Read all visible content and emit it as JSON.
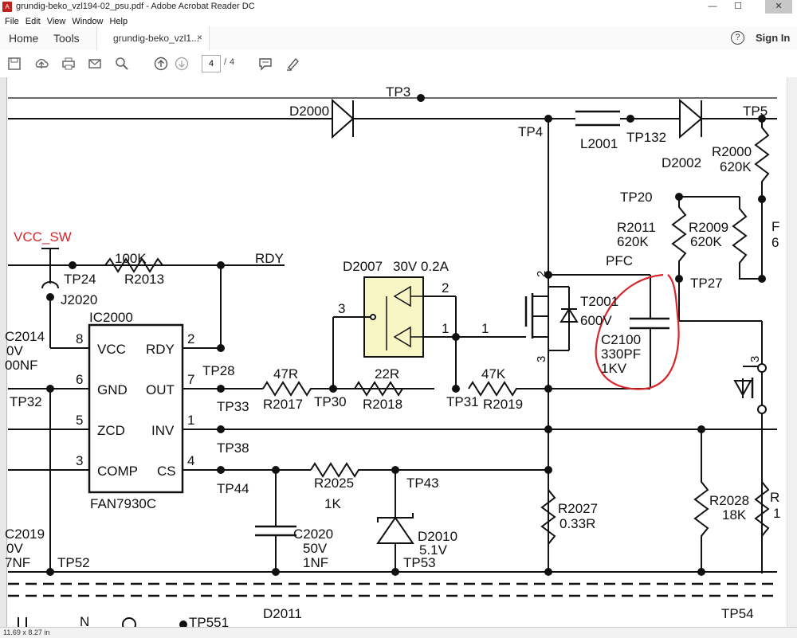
{
  "window": {
    "title": "grundig-beko_vzl194-02_psu.pdf - Adobe Acrobat Reader DC",
    "minimize": "—",
    "maximize": "☐",
    "close": "✕"
  },
  "menu": [
    "File",
    "Edit",
    "View",
    "Window",
    "Help"
  ],
  "nav": {
    "home": "Home",
    "tools": "Tools",
    "tab_label": "grundig-beko_vzl1...",
    "tab_close": "×",
    "help": "?",
    "signin": "Sign In"
  },
  "toolbar": {
    "page_current": "4",
    "page_sep": "/",
    "page_total": "4"
  },
  "status": {
    "page_size": "11.69 x 8.27 in"
  },
  "colors": {
    "annotation": "#d7262b",
    "highlight_box": "#f9f6c6",
    "vcc_label": "#d7262b"
  },
  "schematic": {
    "labels": {
      "tp3": "TP3",
      "d2000": "D2000",
      "tp4": "TP4",
      "l2001": "L2001",
      "tp132": "TP132",
      "d2002": "D2002",
      "tp5": "TP5",
      "r2000": "R2000",
      "r2000v": "620K",
      "tp20": "TP20",
      "r2011": "R2011",
      "r2011v": "620K",
      "r2009": "R2009",
      "r2009v": "620K",
      "tp27": "TP27",
      "pfc": "PFC",
      "t2001": "T2001",
      "t2001v": "600V",
      "c2100": "C2100",
      "c2100v": "330PF",
      "c2100k": "1KV",
      "vcc_sw": "VCC_SW",
      "r100k": "100K",
      "r2013": "R2013",
      "rdy": "RDY",
      "tp24": "TP24",
      "j2020": "J2020",
      "d2007": "D2007",
      "d2007v": "30V 0.2A",
      "p3": "3",
      "p2": "2",
      "p1a": "1",
      "p1b": "1",
      "ic2000": "IC2000",
      "vcc": "VCC",
      "rdy_pin": "RDY",
      "gnd": "GND",
      "out": "OUT",
      "zcd": "ZCD",
      "inv": "INV",
      "comp": "COMP",
      "cs": "CS",
      "pin8": "8",
      "pin2": "2",
      "pin6": "6",
      "pin7": "7",
      "pin5": "5",
      "pin1": "1",
      "pin3": "3",
      "pin4": "4",
      "fan": "FAN7930C",
      "c2014": "C2014",
      "c2014a": "0V",
      "c2014b": "00NF",
      "tp28": "TP28",
      "r47": "47R",
      "r22": "22R",
      "r47k": "47K",
      "tp33": "TP33",
      "r2017": "R2017",
      "tp30": "TP30",
      "r2018": "R2018",
      "tp31": "TP31",
      "r2019": "R2019",
      "tp32": "TP32",
      "tp38": "TP38",
      "tp44": "TP44",
      "r2025": "R2025",
      "r2025v": "1K",
      "tp43": "TP43",
      "r2027": "R2027",
      "r2027v": "0.33R",
      "r2028": "R2028",
      "r2028v": "18K",
      "c2019": "C2019",
      "c2019a": "0V",
      "c2019b": "7NF",
      "c2020": "C2020",
      "c2020a": "50V",
      "c2020b": "1NF",
      "d2010": "D2010",
      "d2010v": "5.1V",
      "tp52": "TP52",
      "tp53": "TP53",
      "tp551": "TP551",
      "d2011": "D2011",
      "tp54": "TP54",
      "n": "N",
      "q2": "2",
      "q3": "3",
      "q3b": "3",
      "rf": "F",
      "rf6": "6",
      "rr": "R",
      "rr1": "1"
    }
  }
}
